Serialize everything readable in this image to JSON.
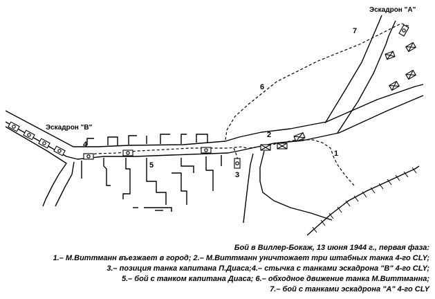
{
  "map": {
    "squadron_labels": {
      "a": "Эскадрон \"А\"",
      "b": "Эскадрон \"В\""
    },
    "point_labels": [
      "1",
      "2",
      "3",
      "4",
      "5",
      "6",
      "7"
    ]
  },
  "caption": {
    "title": "Бой в Виллер-Бокаж, 13 июня 1944 г., первая фаза:",
    "lines": [
      "1.– М.Виттманн въезжает в город; 2.– М.Виттманн уничтожает три штабных танка 4-го CLY;",
      "3.– позиция танка капитана П.Диаса;4.– стычка с танками эскадрона \"В\" 4-го CLY;",
      "5.– бой с танком капитана Диаса; 6.– обходное движение танка М.Виттманна;",
      "7.– бой с танками эскадрона \"А\" 4-го CLY"
    ]
  }
}
